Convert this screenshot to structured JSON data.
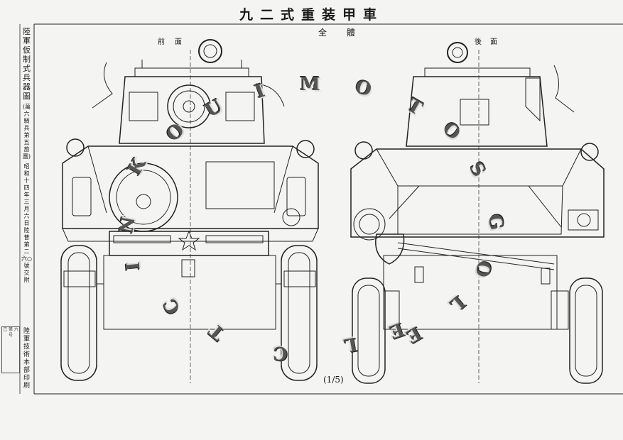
{
  "document": {
    "title": "九二式重装甲車",
    "subtitle": "全 體",
    "front_label": "前面",
    "rear_label": "後面",
    "side_title": "陸軍仮制式兵器圖",
    "side_note": "(萬六騎兵第五旅團)",
    "side_date": "昭和十四年三月六日 陸普第二六○號交附",
    "side_bottom": "陸軍技術本部印刷",
    "page_number": "(1/5)",
    "stamp_text": "己 第 六 号"
  },
  "watermark": {
    "letters": [
      "M",
      "I",
      "O",
      "T",
      "O",
      "S",
      "U",
      "K",
      "O",
      "N",
      "G",
      "I",
      "O",
      "T",
      "L",
      "C",
      "E",
      "L",
      "E",
      "C"
    ]
  }
}
